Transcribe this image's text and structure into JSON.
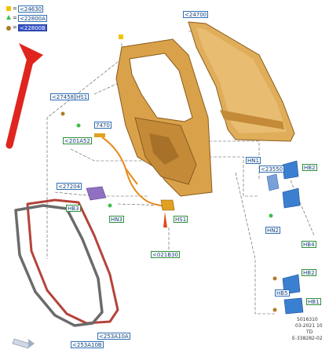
{
  "legend": {
    "items": [
      {
        "symbol_color": "#f2c200",
        "symbol": "square",
        "text": "<24630"
      },
      {
        "symbol_color": "#3fbf4a",
        "symbol": "triangle",
        "text": "<22800A"
      },
      {
        "symbol_color": "#b07a2a",
        "symbol": "circle",
        "text": "<22800B"
      }
    ],
    "equals": "="
  },
  "labels": {
    "l24700": "<24700",
    "l27458": "<27458",
    "hs1_top": "HS1",
    "l7470": "7470",
    "l201a52": "<201A52",
    "l27204": "<27204",
    "hb3": "HB3",
    "hn3": "HN3",
    "hs1_mid": "HS1",
    "l021b30": "<021B30",
    "hn1": "HN1",
    "l23550": "<23550",
    "hb2_top": "HB2",
    "hn2": "HN2",
    "hb4": "HB4",
    "hb2_low": "HB2",
    "hb5": "HB5",
    "hb1": "HB1",
    "l253a10a": "<253A10A",
    "l253a10b": "<253A10B"
  },
  "footer": {
    "line1": "5016310",
    "line2": "03-2021 10",
    "line3": "TD",
    "line4": "E-338282-02"
  },
  "colors": {
    "door_gold": "#d9a24a",
    "door_shadow": "#a8712a",
    "seal_red": "#b5433a",
    "seal_grey": "#6b6b6b",
    "arrow_red": "#e0251f",
    "harness_orange": "#e88a1a",
    "label_border": "#2f6fb5",
    "highlight": "#3553c9"
  }
}
